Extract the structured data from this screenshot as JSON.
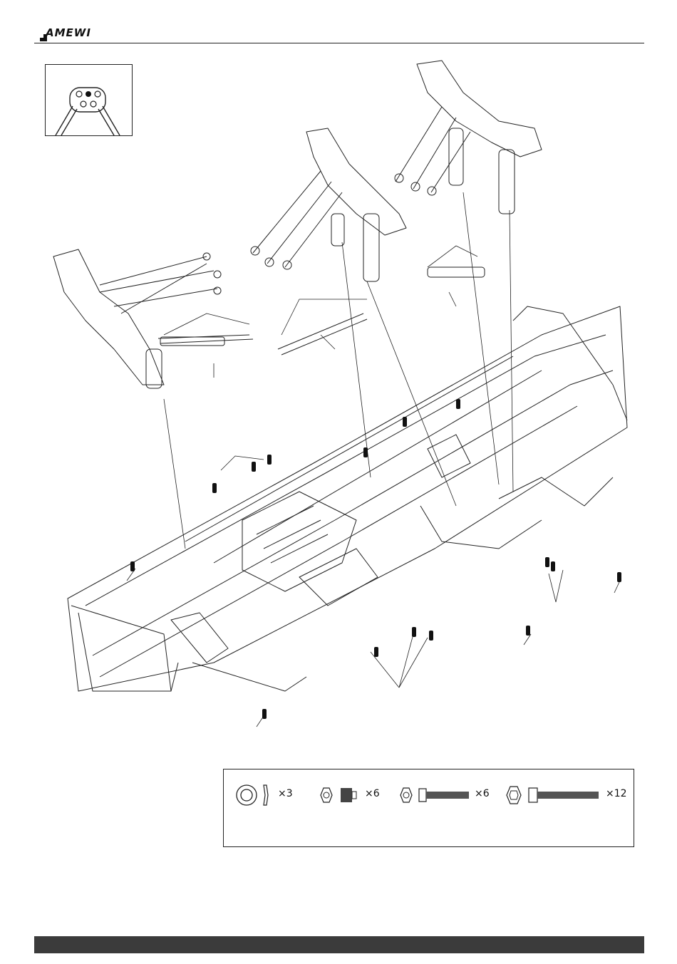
{
  "header": {
    "brand": "AMEWI"
  },
  "parts": [
    {
      "id": "body-post-washer",
      "qty": "×3"
    },
    {
      "id": "set-screw-with-nut",
      "qty": "×6"
    },
    {
      "id": "short-bolt-with-nut",
      "qty": "×6"
    },
    {
      "id": "long-bolt-with-nut",
      "qty": "×12"
    }
  ],
  "colors": {
    "line": "#222222",
    "footer": "#3b3b3b"
  }
}
